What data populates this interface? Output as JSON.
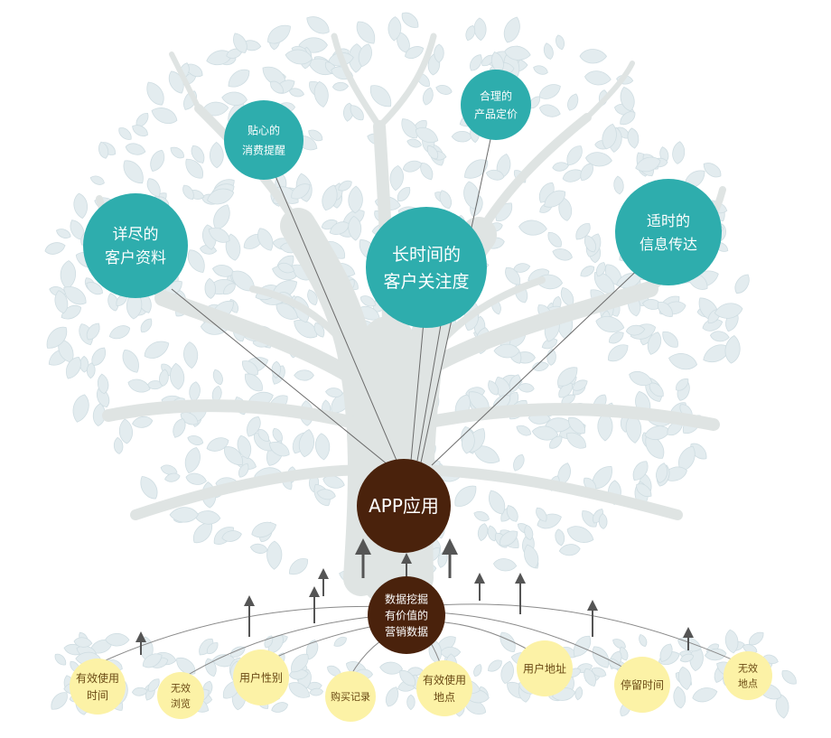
{
  "colors": {
    "teal": "#2eadad",
    "dark_brown": "#4a220c",
    "yellow": "#fcf2a6",
    "tree_trunk": "#dfe4e3",
    "leaf": "#e3ecef",
    "leaf_edge": "#cfdde2",
    "line": "#6b6b6b",
    "yellow_text": "#6a4a14",
    "arrow": "#555555"
  },
  "app_node": {
    "label": "APP应用"
  },
  "mining_node": {
    "lines": [
      "数据挖掘",
      "有价值的",
      "营销数据"
    ]
  },
  "value_nodes": [
    {
      "id": "customer-profile",
      "lines": [
        "详尽的",
        "客户资料"
      ]
    },
    {
      "id": "reminder",
      "lines": [
        "贴心的",
        "消费提醒"
      ]
    },
    {
      "id": "long-attention",
      "lines": [
        "长时间的",
        "客户关注度"
      ]
    },
    {
      "id": "pricing",
      "lines": [
        "合理的",
        "产品定价"
      ]
    },
    {
      "id": "timely-info",
      "lines": [
        "适时的",
        "信息传达"
      ]
    }
  ],
  "data_nodes": [
    {
      "id": "valid-use-time",
      "lines": [
        "有效使用",
        "时间"
      ]
    },
    {
      "id": "invalid-browse",
      "lines": [
        "无效",
        "浏览"
      ]
    },
    {
      "id": "user-gender",
      "lines": [
        "用户性别"
      ]
    },
    {
      "id": "purchase-record",
      "lines": [
        "购买记录"
      ]
    },
    {
      "id": "valid-use-place",
      "lines": [
        "有效使用",
        "地点"
      ]
    },
    {
      "id": "user-address",
      "lines": [
        "用户地址"
      ]
    },
    {
      "id": "stay-time",
      "lines": [
        "停留时间"
      ]
    },
    {
      "id": "invalid-place",
      "lines": [
        "无效",
        "地点"
      ]
    }
  ]
}
